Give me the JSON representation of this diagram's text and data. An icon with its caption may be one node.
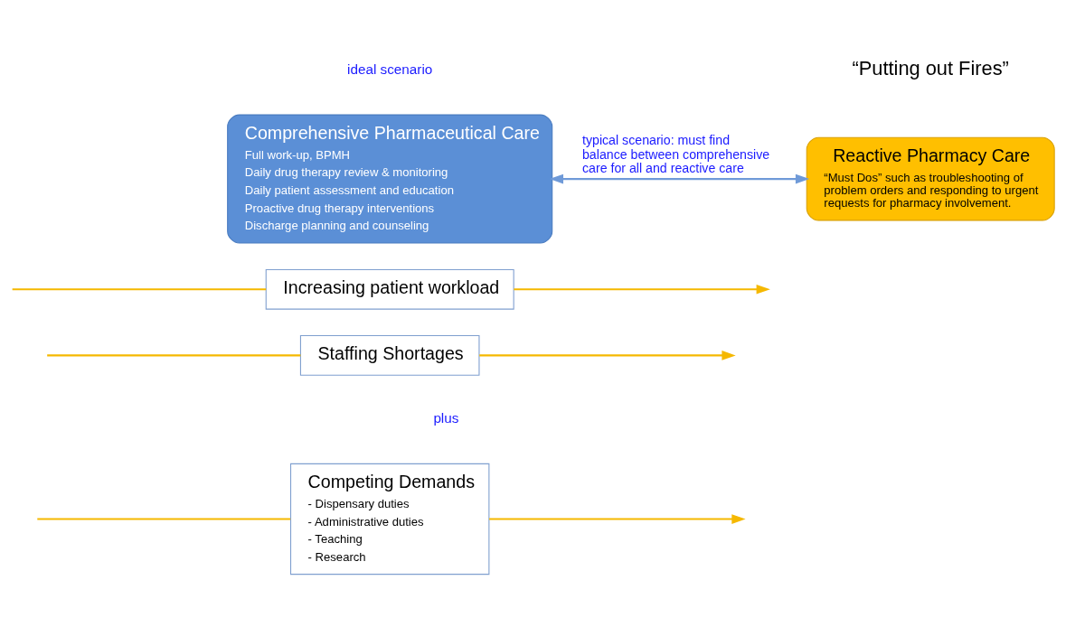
{
  "diagram": {
    "nodes": [
      {
        "text": [
          "Comprehensive Pharmaceutical Care",
          "Full work-up, BPMH",
          "Daily drug therapy review & monitoring",
          "Daily patient assessment and education",
          "Proactive drug therapy interventions",
          "Discharge planning and counseling"
        ],
        "beside": [
          "ideal scenario"
        ]
      },
      {
        "text": [
          "Reactive Pharmacy Care",
          "“Must Dos” such as troubleshooting of problem orders and responding to urgent requests for pharmacy involvement."
        ],
        "beside": [
          "“Putting out Fires”"
        ]
      },
      {
        "text": [
          "Increasing patient workload"
        ]
      },
      {
        "text": [
          "Staffing Shortages"
        ]
      },
      {
        "text": [
          "Competing Demands",
          "- Dispensary duties",
          "- Administrative duties",
          "- Teaching",
          "- Research"
        ]
      }
    ],
    "edges": [
      {
        "from": 0,
        "to": 1,
        "arrow": "both",
        "label": "typical scenario: must find balance between comprehensive care for all and reactive care",
        "color": "#6f9ad8"
      },
      {
        "from": null,
        "to": 2,
        "arrow": "none"
      },
      {
        "from": 2,
        "to": null,
        "arrow": "to"
      },
      {
        "from": null,
        "to": 3,
        "arrow": "none"
      },
      {
        "from": 3,
        "to": null,
        "arrow": "to"
      },
      {
        "from": null,
        "to": 4,
        "arrow": "none"
      },
      {
        "from": 4,
        "to": null,
        "arrow": "to"
      }
    ],
    "labels": [
      "plus"
    ]
  }
}
